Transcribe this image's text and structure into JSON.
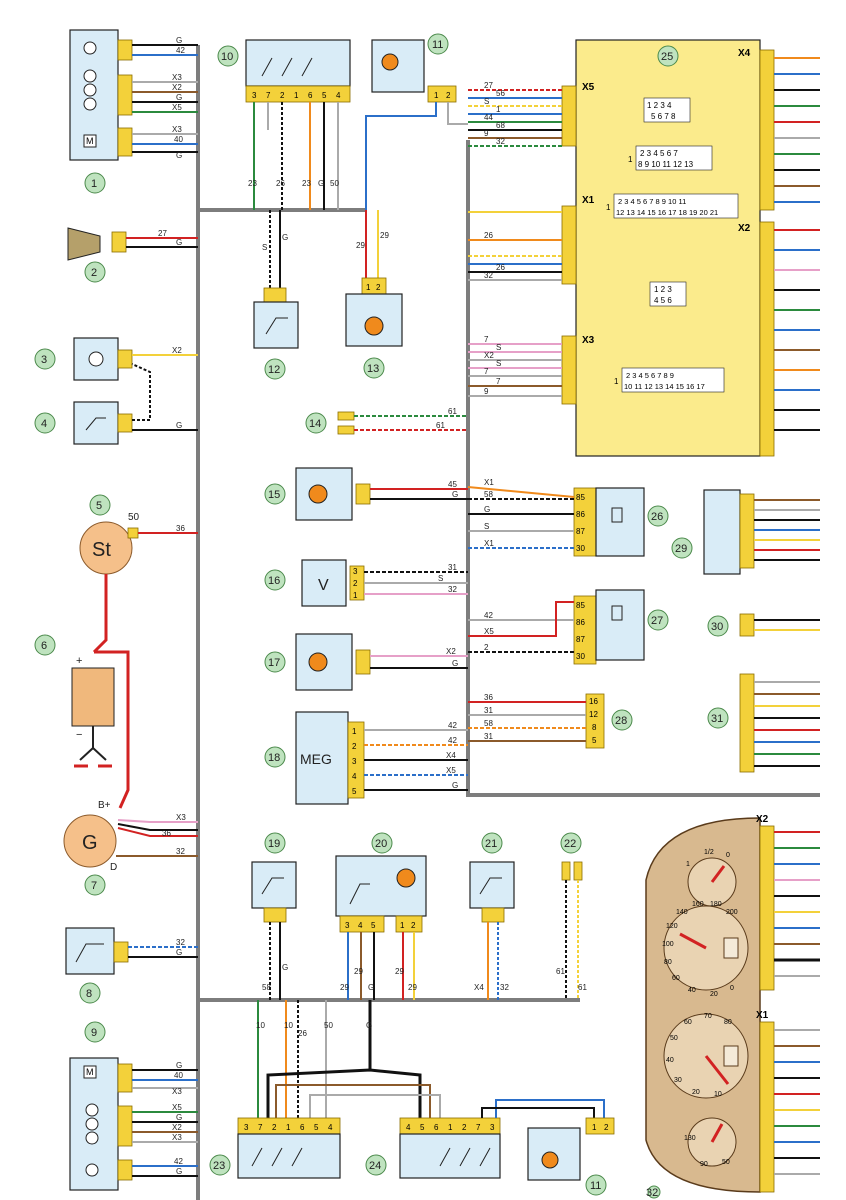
{
  "components": {
    "c1": "1",
    "c2": "2",
    "c3": "3",
    "c4": "4",
    "c5": "5",
    "c6": "6",
    "c7": "7",
    "c8": "8",
    "c9": "9",
    "c10": "10",
    "c11": "11",
    "c11b": "11",
    "c12": "12",
    "c13": "13",
    "c14": "14",
    "c15": "15",
    "c16": "16",
    "c17": "17",
    "c18": "18",
    "c19": "19",
    "c20": "20",
    "c21": "21",
    "c22": "22",
    "c23": "23",
    "c24": "24",
    "c25": "25",
    "c26": "26",
    "c27": "27",
    "c28": "28",
    "c29": "29",
    "c30": "30",
    "c31": "31",
    "c32": "32"
  },
  "device_labels": {
    "starter": "St",
    "starter_terminal": "50",
    "generator": "G",
    "generator_bplus": "B+",
    "generator_d": "D",
    "voltmeter": "V",
    "meg": "MEG",
    "battery_plus": "+",
    "battery_minus": "−"
  },
  "wire_labels": {
    "w_g": "G",
    "w_42": "42",
    "w_x3": "X3",
    "w_x2": "X2",
    "w_x5": "X5",
    "w_40": "40",
    "w_27": "27",
    "w_36": "36",
    "w_32": "32",
    "w_61": "61",
    "w_45": "45",
    "w_58": "58",
    "w_31": "31",
    "w_s": "S",
    "w_x4": "X4",
    "w_29": "29",
    "w_23": "23",
    "w_26": "26",
    "w_50": "50",
    "w_10": "10",
    "w_x1": "X1",
    "w_56": "56",
    "w_1": "1",
    "w_44": "44",
    "w_68": "68",
    "w_9": "9",
    "w_7": "7",
    "w_2": "2"
  },
  "block25": {
    "x5": "X5",
    "x1": "X1",
    "x3": "X3",
    "x4": "X4",
    "x2": "X2",
    "g1_r1": "1 2 3 4",
    "g1_r2": "5 6 7 8",
    "g2_r1": "2 3 4 5 6 7",
    "g2_r2": "8 9 10 11 12 13",
    "g3_r1": "2 3 4 5 6 7 8 9 10 11",
    "g3_r2": "12 13 14 15 16 17 18 19 20 21",
    "g4_r1": "1 2 3",
    "g4_r2": "4 5 6",
    "g5_r1": "2 3 4 5 6 7 8 9",
    "g5_r2": "10 11 12 13 14 15 16 17",
    "lead1": "1"
  },
  "relay_pins": {
    "p85": "85",
    "p86": "86",
    "p87": "87",
    "p30": "30"
  },
  "pins": {
    "p1": "1",
    "p2": "2",
    "p3": "3",
    "p4": "4",
    "p5": "5",
    "p6": "6",
    "p7": "7",
    "p8": "8",
    "p9": "9",
    "p10": "10",
    "p11": "11",
    "p12": "12",
    "p13": "13",
    "p14": "14",
    "p15": "15",
    "p16": "16",
    "p17": "17",
    "p18": "18",
    "p19": "19",
    "p20": "20",
    "p21": "21"
  },
  "cluster": {
    "x2": "X2",
    "x1": "X1",
    "tacho_ticks": [
      "0",
      "20",
      "40",
      "60",
      "80",
      "100",
      "120",
      "140",
      "160",
      "180",
      "200"
    ],
    "speed_ticks": [
      "10",
      "20",
      "30",
      "40",
      "50",
      "60",
      "70",
      "80"
    ],
    "fuel_ticks": [
      "0",
      "1/2",
      "1"
    ],
    "temp_ticks": [
      "50",
      "90",
      "130"
    ]
  },
  "colors": {
    "bus": "#7d7d7d",
    "module": "#fbeb8c",
    "component": "#d9ecf7",
    "connector": "#f3d13a",
    "cluster": "#d8b98f",
    "starter": "#f5c08a",
    "wire_red": "#d22222",
    "wire_black": "#111111",
    "wire_brown": "#8b5a2b",
    "wire_green": "#2b8a3e",
    "wire_blue": "#2b6fc9",
    "wire_orange": "#f08a1c",
    "wire_pink": "#e6a0c8",
    "wire_gray": "#aaaaaa"
  }
}
